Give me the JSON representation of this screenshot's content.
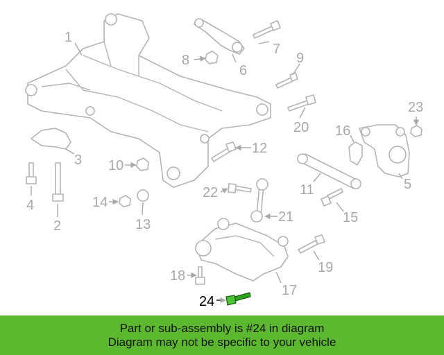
{
  "diagram": {
    "callouts": [
      "1",
      "2",
      "3",
      "4",
      "5",
      "6",
      "7",
      "8",
      "9",
      "10",
      "11",
      "12",
      "13",
      "14",
      "15",
      "16",
      "17",
      "18",
      "19",
      "20",
      "21",
      "22",
      "23",
      "24"
    ],
    "highlighted": "24",
    "highlight_color": "#33aa22"
  },
  "banner": {
    "line1": "Part or sub-assembly is #24 in diagram",
    "line2": "Diagram may not be specific to your vehicle",
    "background": "#5cb82e"
  }
}
